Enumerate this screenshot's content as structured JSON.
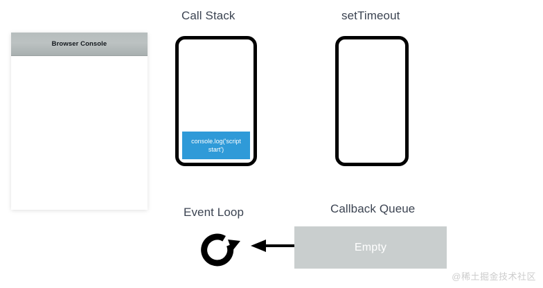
{
  "console": {
    "title": "Browser Console",
    "output_lines": []
  },
  "call_stack": {
    "title": "Call Stack",
    "frames": [
      {
        "label": "console.log('script start')",
        "color": "#2f9ad8"
      }
    ]
  },
  "set_timeout": {
    "title": "setTimeout",
    "frames": []
  },
  "event_loop": {
    "title": "Event Loop",
    "icon": "circular-arrow-icon"
  },
  "callback_queue": {
    "title": "Callback Queue",
    "status": "Empty",
    "box_color": "#c9cece"
  },
  "arrow": {
    "name": "queue-to-event-loop-arrow",
    "direction": "left"
  },
  "watermark": {
    "text": "@稀土掘金技术社区"
  },
  "colors": {
    "title_text": "#3b4351",
    "frame_blue": "#2f9ad8",
    "queue_gray": "#c9cece",
    "border_black": "#000000"
  }
}
